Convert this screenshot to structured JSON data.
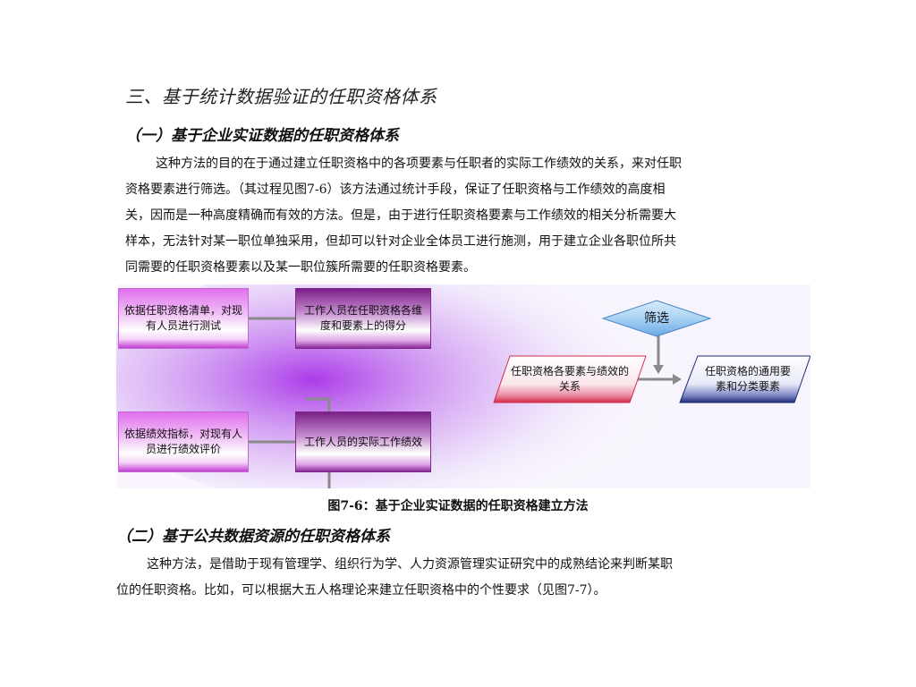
{
  "section_title": "三、基于统计数据验证的任职资格体系",
  "sub1": {
    "title": "（一）基于企业实证数据的任职资格体系",
    "lines": [
      "这种方法的目的在于通过建立任职资格中的各项要素与任职者的实际工作绩效的关系，来对任职",
      "资格要素进行筛选。（其过程见图7-6）该方法通过统计手段，保证了任职资格与工作绩效的高度相",
      "关，因而是一种高度精确而有效的方法。但是，由于进行任职资格要素与工作绩效的相关分析需要大",
      "样本，无法针对某一职位单独采用，但却可以针对企业全体员工进行施测，用于建立企业各职位所共",
      "同需要的任职资格要素以及某一职位簇所需要的任职资格要素。"
    ]
  },
  "diagram": {
    "box_test": "依据任职资格清单，对现有人员进行测试",
    "box_score": "工作人员在任职资格各维度和要素上的得分",
    "box_eval": "依据绩效指标，对现有人员进行绩效评价",
    "box_perf": "工作人员的实际工作绩效",
    "shape_relation": "任职资格各要素与绩效的关系",
    "shape_filter": "筛选",
    "shape_result": "任职资格的通用要素和分类要素",
    "colors": {
      "accent_magenta": "#c23ed2",
      "accent_red": "#d42a4a",
      "accent_navy": "#1c2a78",
      "diamond_blue": "#8fc4f0",
      "connector": "#8a8a8a"
    }
  },
  "caption": "图7-6：基于企业实证数据的任职资格建立方法",
  "sub2": {
    "title": "（二）基于公共数据资源的任职资格体系",
    "lines": [
      "这种方法，是借助于现有管理学、组织行为学、人力资源管理实证研究中的成熟结论来判断某职",
      "位的任职资格。比如，可以根据大五人格理论来建立任职资格中的个性要求（见图7-7）。"
    ]
  }
}
